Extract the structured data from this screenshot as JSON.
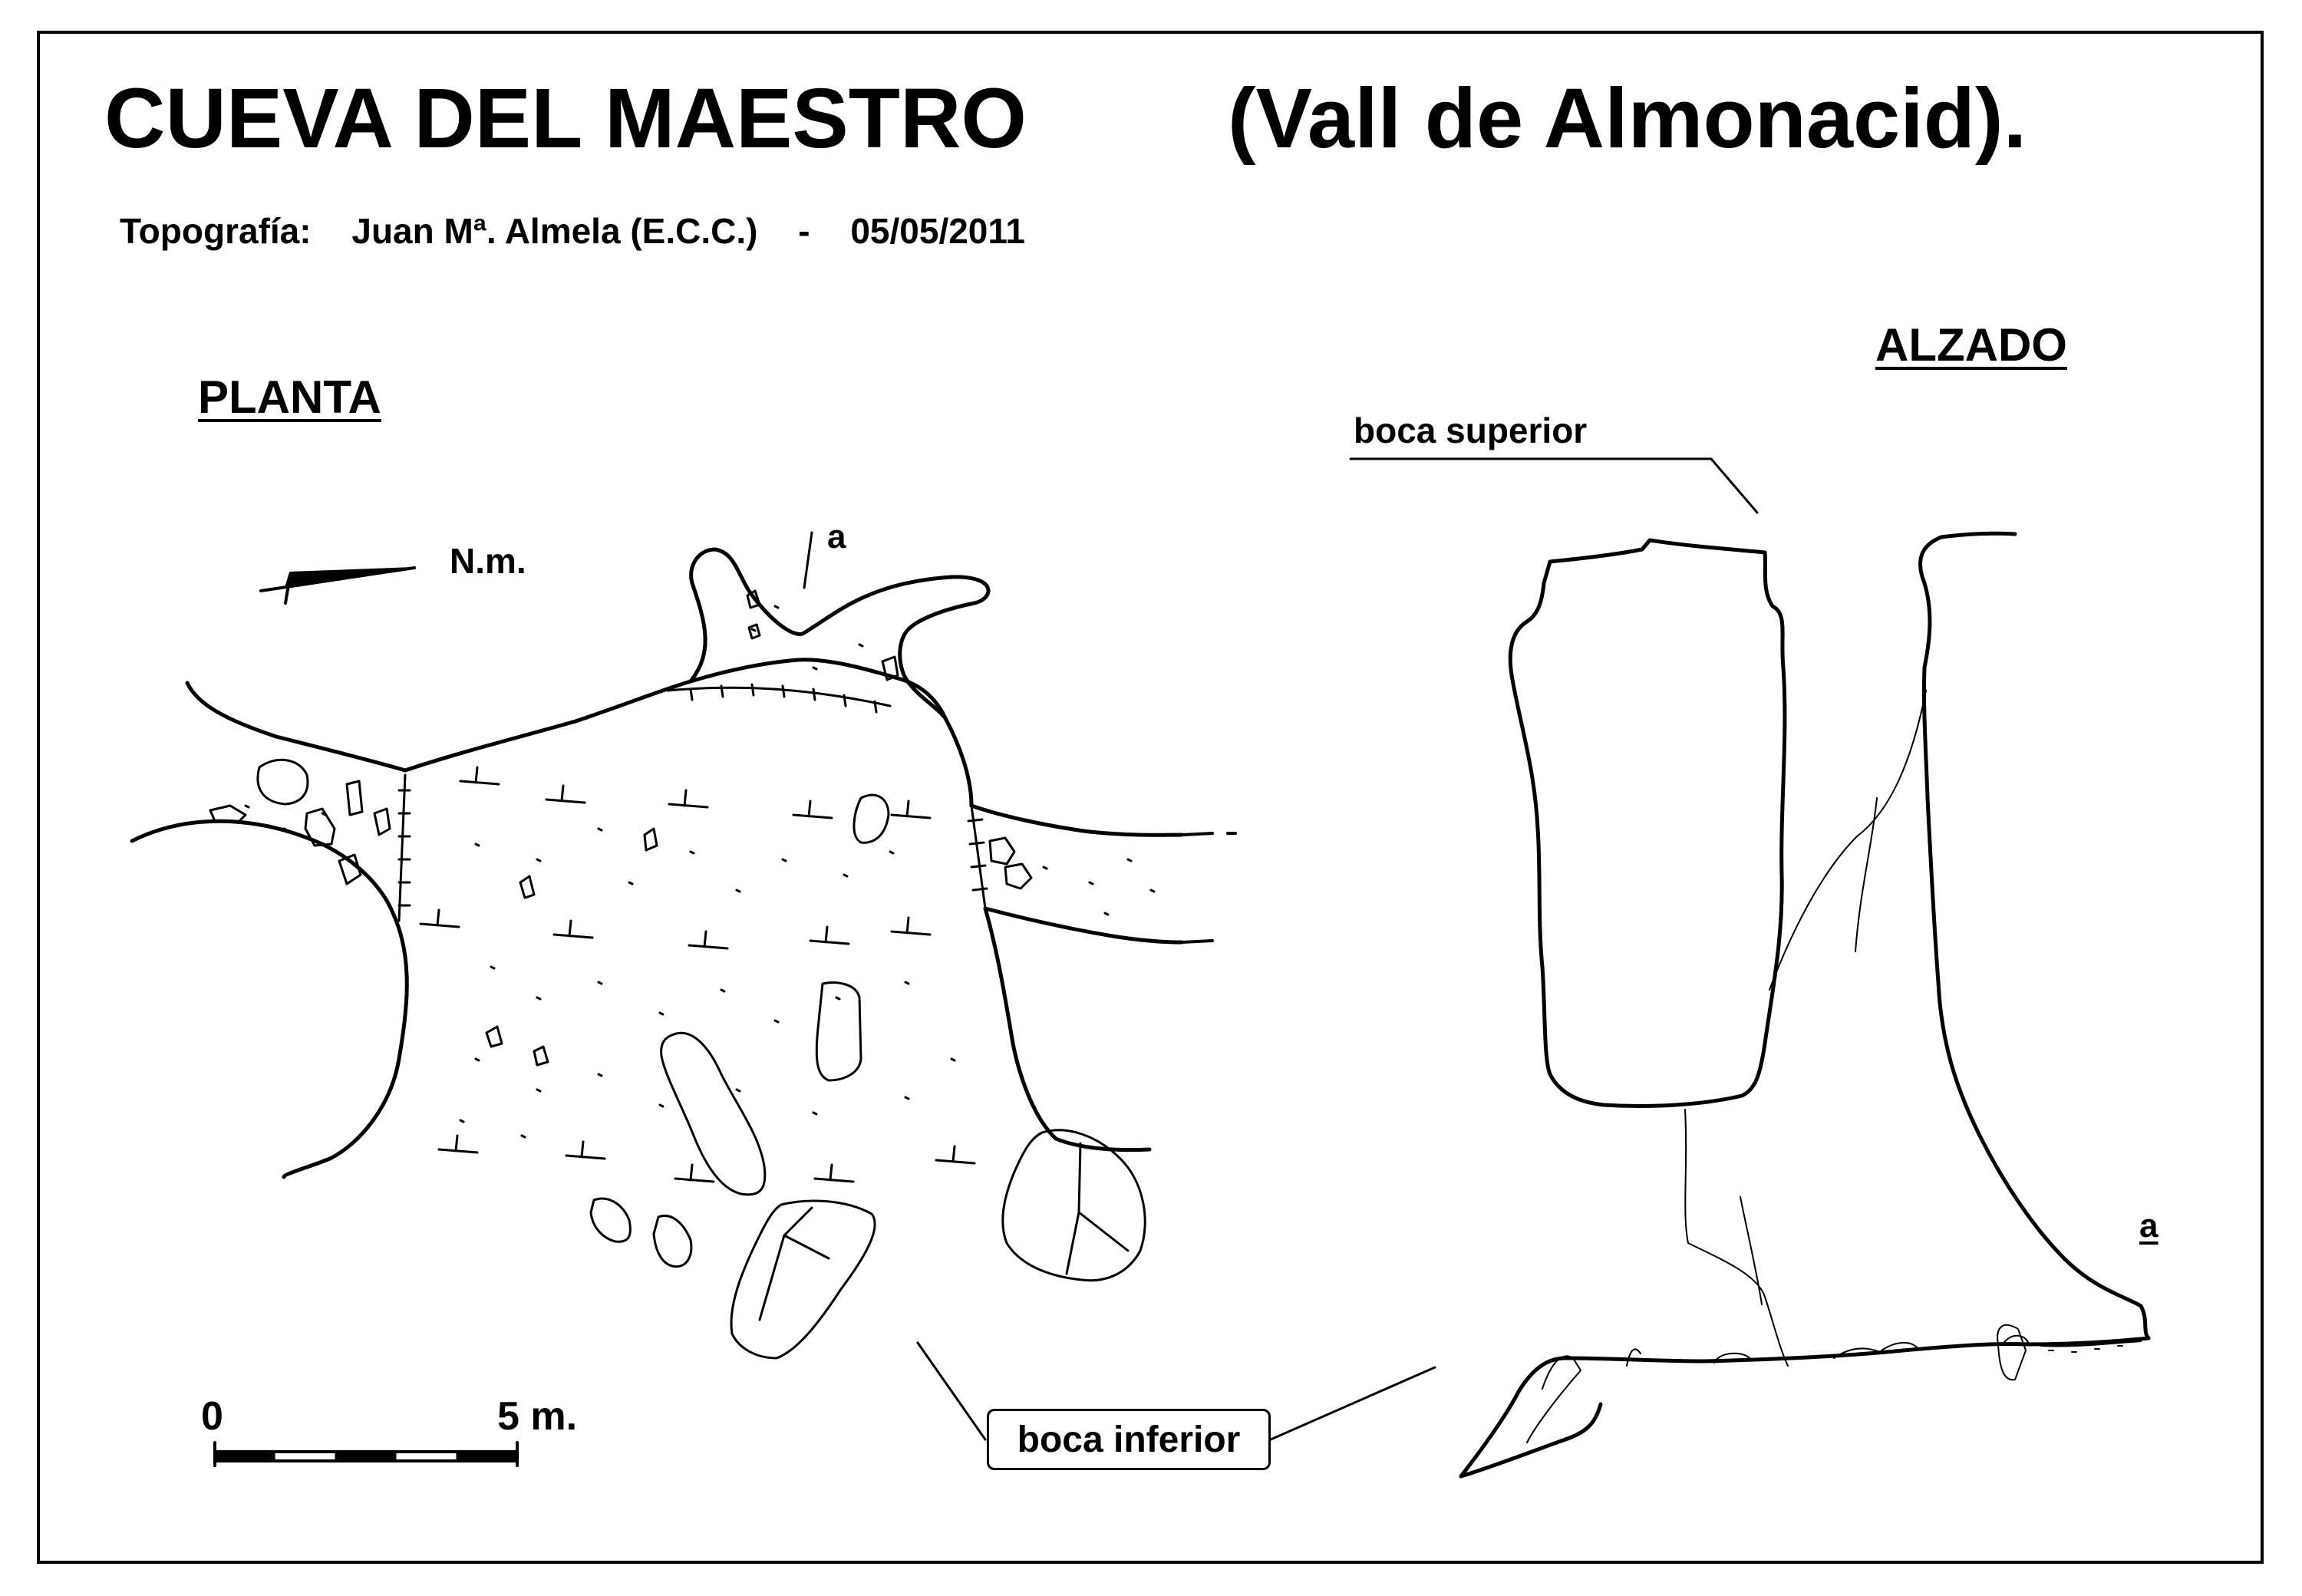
{
  "title": {
    "main": "CUEVA  DEL  MAESTRO",
    "location": "(Vall  de  Almonacid)."
  },
  "credit": {
    "label": "Topografía:",
    "author": "Juan Mª. Almela  (E.C.C.)",
    "separator": "-",
    "date": "05/05/2011"
  },
  "plan": {
    "label": "PLANTA",
    "north_label": "N.m.",
    "section_marker": "a"
  },
  "elevation": {
    "label": "ALZADO",
    "section_marker": "a",
    "upper_entrance": "boca superior"
  },
  "lower_entrance": "boca inferior",
  "scale": {
    "start": "0",
    "end": "5 m."
  },
  "colors": {
    "ink": "#000000",
    "paper": "#ffffff"
  }
}
